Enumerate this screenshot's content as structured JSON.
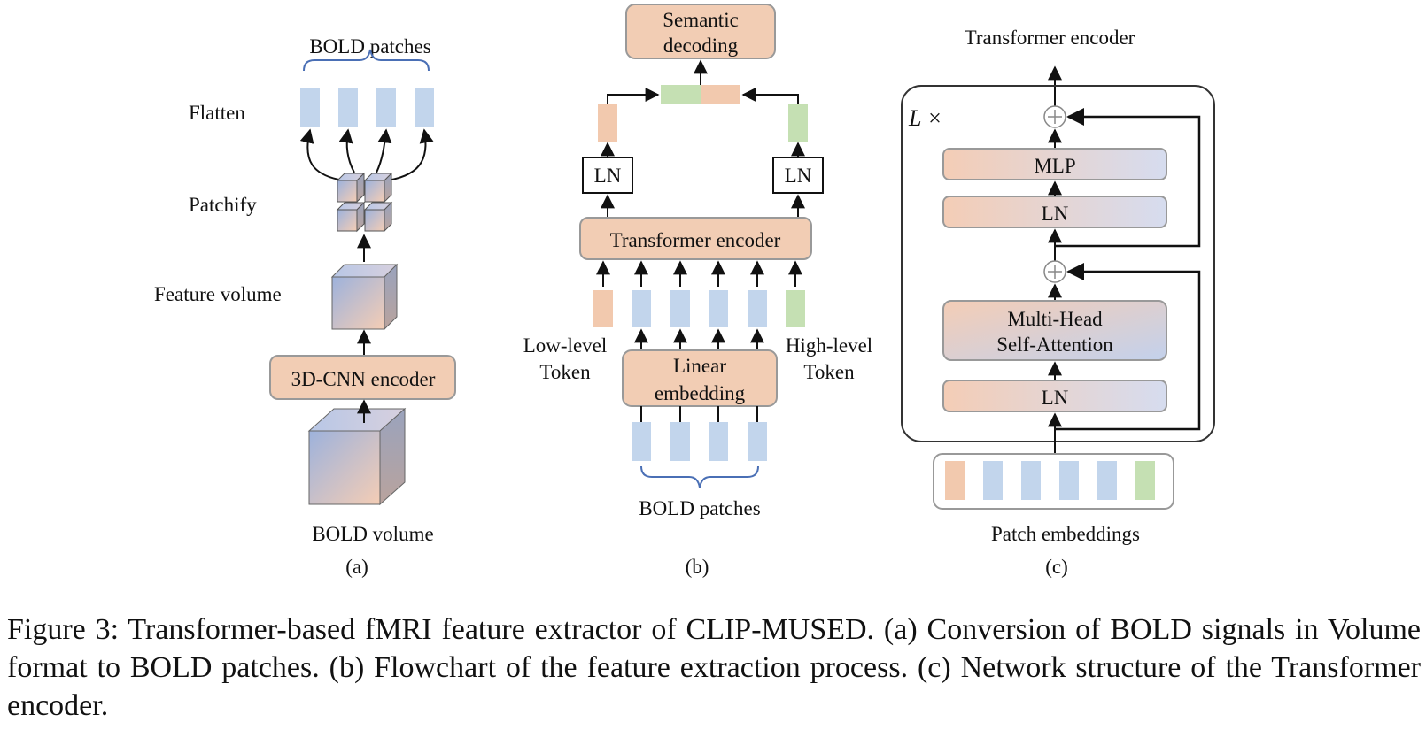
{
  "panel_a": {
    "bold_patches": "BOLD patches",
    "flatten": "Flatten",
    "patchify": "Patchify",
    "feature_volume": "Feature volume",
    "encoder": "3D-CNN encoder",
    "bold_volume": "BOLD volume",
    "sublabel": "(a)"
  },
  "panel_b": {
    "semantic_decoding_line1": "Semantic",
    "semantic_decoding_line2": "decoding",
    "ln": "LN",
    "transformer_encoder": "Transformer encoder",
    "low_level_line1": "Low-level",
    "low_level_line2": "Token",
    "high_level_line1": "High-level",
    "high_level_line2": "Token",
    "linear_embedding_line1": "Linear",
    "linear_embedding_line2": "embedding",
    "bold_patches": "BOLD patches",
    "sublabel": "(b)"
  },
  "panel_c": {
    "title": "Transformer encoder",
    "repeat": "L ×",
    "mlp": "MLP",
    "ln": "LN",
    "attention_line1": "Multi-Head",
    "attention_line2": "Self-Attention",
    "patch_embeddings": "Patch embeddings",
    "sublabel": "(c)"
  },
  "caption": "Figure 3:  Transformer-based fMRI feature extractor of CLIP-MUSED. (a) Conversion of BOLD signals in Volume format to BOLD patches.  (b) Flowchart of the feature extraction process.  (c) Network structure of the Transformer encoder.",
  "colors": {
    "orange_box": "#f2cdb4",
    "patch_blue": "#c2d5ec",
    "token_orange": "#f2c9ae",
    "token_green": "#c5e0b3",
    "box_stroke": "#999999",
    "gradient_blue": "#b0c2e0",
    "gradient_pink": "#f2cdb6"
  }
}
